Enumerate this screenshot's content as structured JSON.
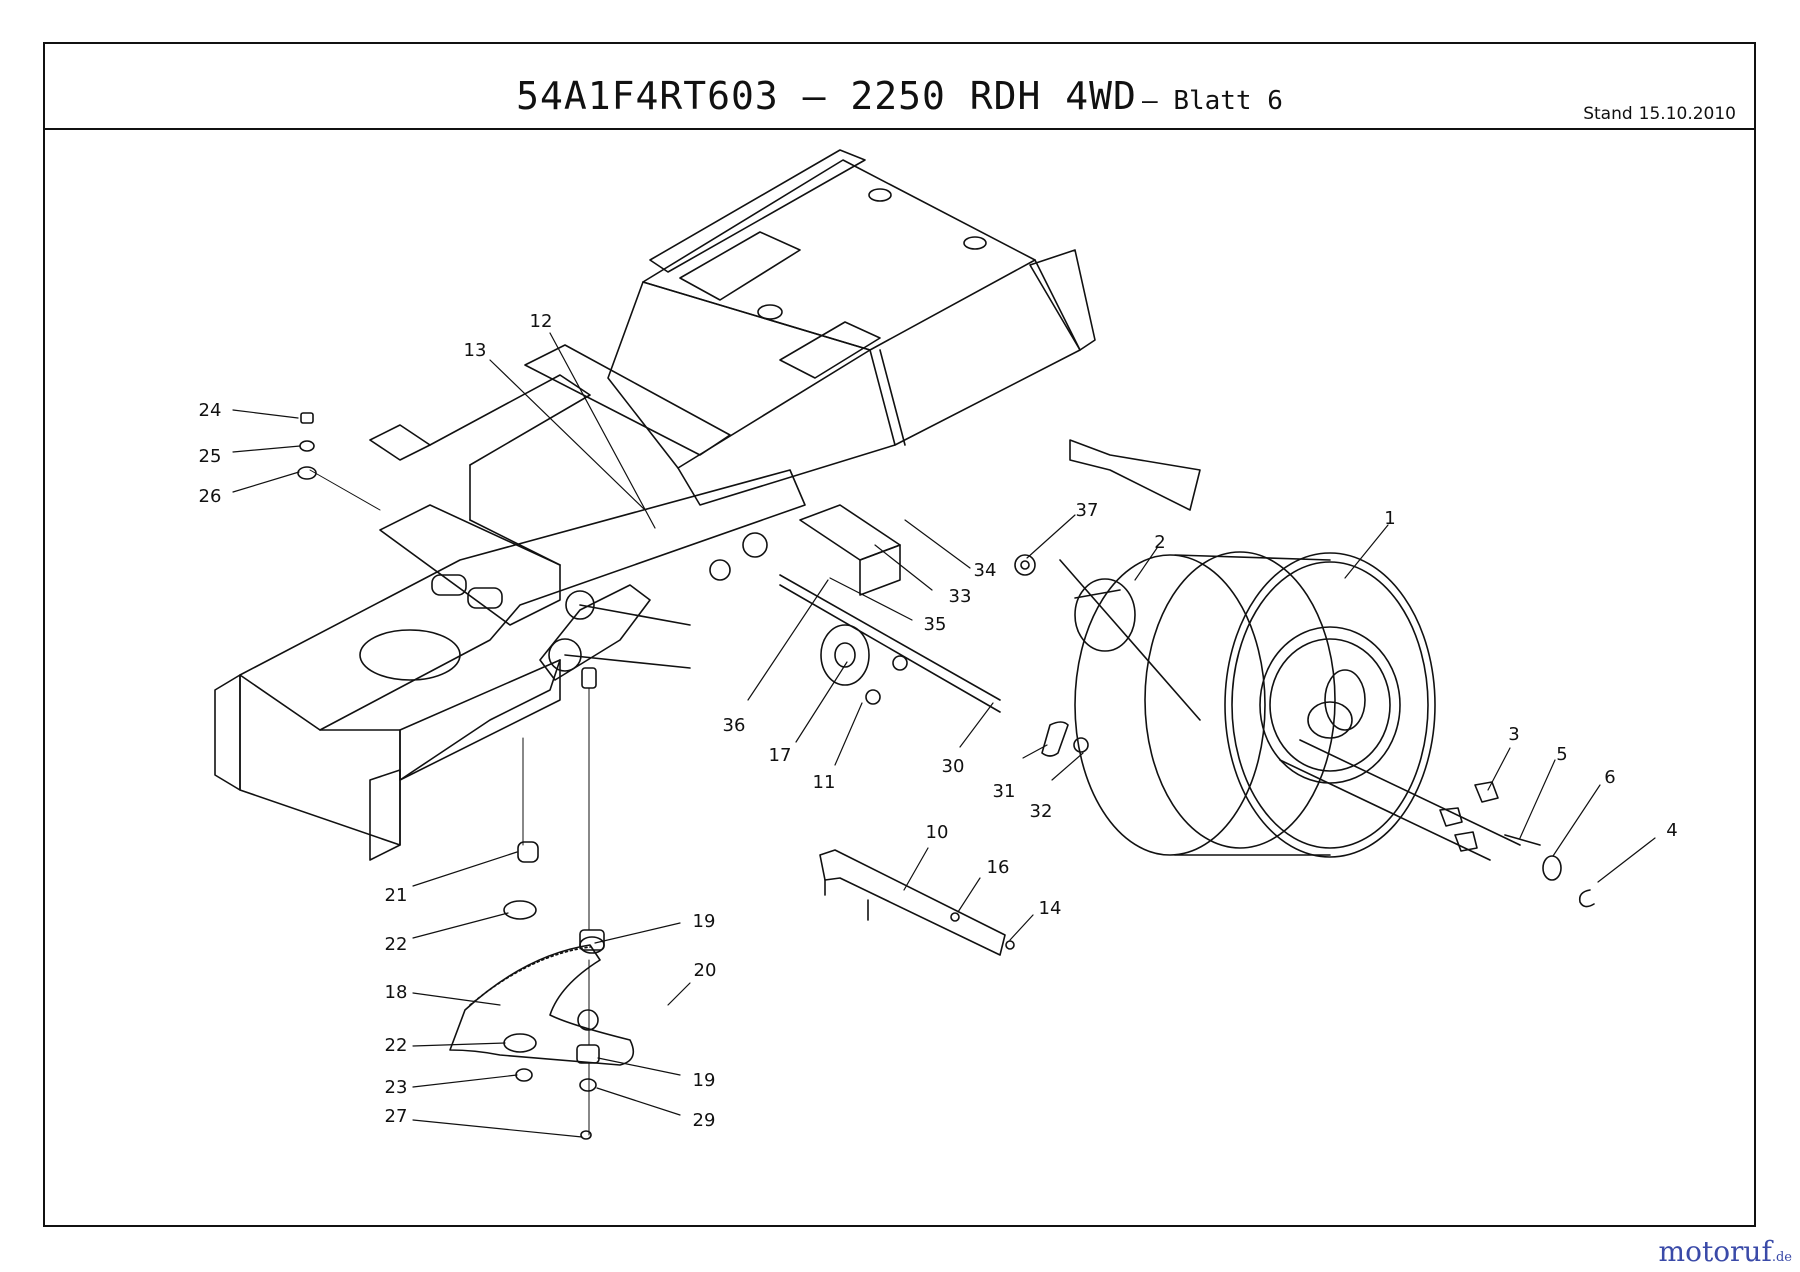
{
  "header": {
    "model_title": "54A1F4RT603 – 2250 RDH 4WD",
    "sheet_label": "– Blatt 6",
    "stand_label": "Stand",
    "stand_date": "15.10.2010"
  },
  "callouts": {
    "c1": "1",
    "c2": "2",
    "c3": "3",
    "c4": "4",
    "c5": "5",
    "c6": "6",
    "c10": "10",
    "c11": "11",
    "c12": "12",
    "c13": "13",
    "c14": "14",
    "c16": "16",
    "c17": "17",
    "c18": "18",
    "c19a": "19",
    "c19b": "19",
    "c20": "20",
    "c21": "21",
    "c22a": "22",
    "c22b": "22",
    "c23": "23",
    "c24": "24",
    "c25": "25",
    "c26": "26",
    "c27": "27",
    "c29": "29",
    "c30": "30",
    "c31": "31",
    "c32": "32",
    "c33": "33",
    "c34": "34",
    "c35": "35",
    "c36": "36",
    "c37": "37"
  },
  "watermark": {
    "name": "motoruf",
    "tld": ".de"
  },
  "colors": {
    "line": "#111111",
    "watermark": "#3a4aa8"
  }
}
